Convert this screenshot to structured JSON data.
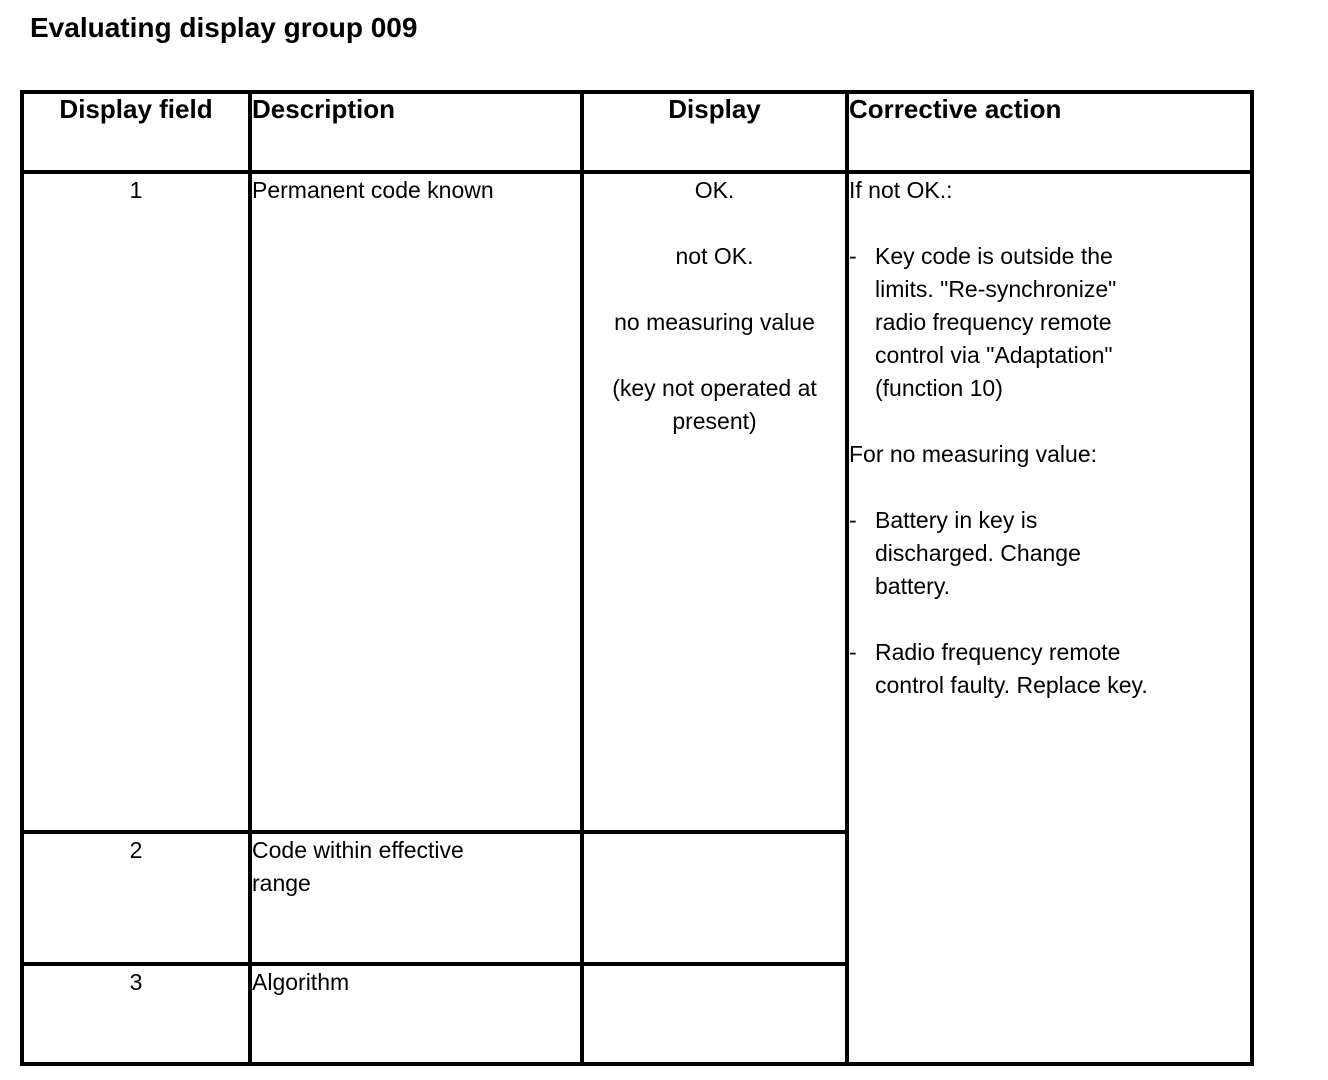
{
  "title": "Evaluating display group 009",
  "table": {
    "headers": [
      "Display field",
      "Description",
      "Display",
      "Corrective action"
    ],
    "rows": [
      {
        "field": "1",
        "description": "Permanent code known",
        "display_items": [
          "OK.",
          "not OK.",
          "no measuring value",
          "(key not operated at\npresent)"
        ]
      },
      {
        "field": "2",
        "description": "Code within effective\nrange",
        "display_items": []
      },
      {
        "field": "3",
        "description": "Algorithm",
        "display_items": []
      }
    ],
    "corrective_action": {
      "blocks": [
        {
          "text": "If not OK.:"
        },
        {
          "dash": "-",
          "text": "Key code is outside the\nlimits. \"Re-synchronize\"\nradio frequency remote\ncontrol via \"Adaptation\"\n(function 10)"
        },
        {
          "text": "For no measuring value:"
        },
        {
          "dash": "-",
          "text": "Battery in key is\ndischarged. Change\nbattery."
        },
        {
          "dash": "-",
          "text": "Radio frequency remote\ncontrol faulty. Replace key."
        }
      ]
    }
  }
}
